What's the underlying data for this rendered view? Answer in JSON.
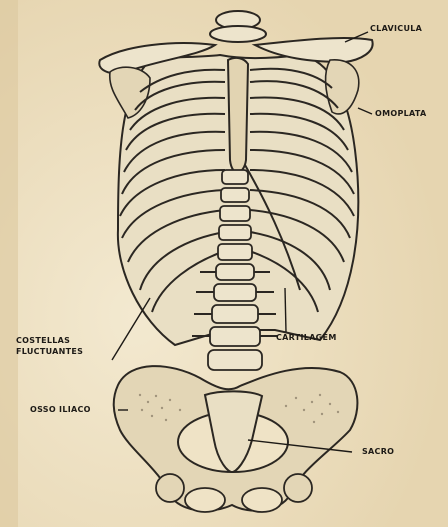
{
  "labels": {
    "clavicula": "CLAVICULA",
    "omoplata": "OMOPLATA",
    "cartilagem": "CARTILAGEM",
    "costellas_line1": "COSTELLAS",
    "costellas_line2": "FLUCTUANTES",
    "osso_iliaco": "OSSO ILIACO",
    "sacro": "SACRO"
  },
  "colors": {
    "paper": "#efe3c6",
    "ink": "#2b2722",
    "bone": "#e9dfc4"
  }
}
